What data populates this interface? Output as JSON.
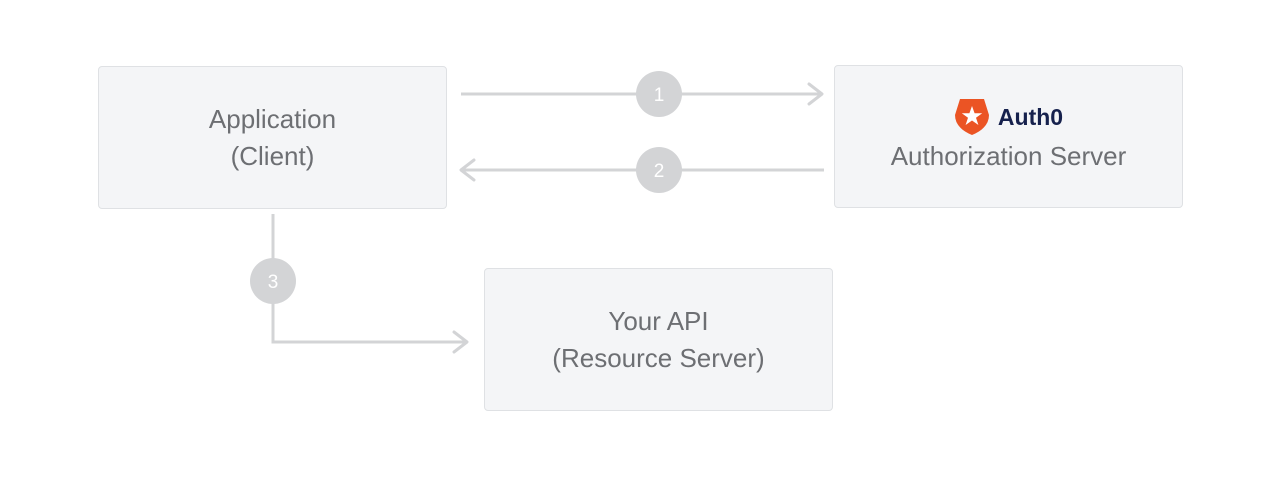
{
  "application": {
    "line1": "Application",
    "line2": "(Client)"
  },
  "authorization": {
    "brand": "Auth0",
    "label": "Authorization Server",
    "brand_color": "#eb5424",
    "brand_text_color": "#16214d"
  },
  "api": {
    "line1": "Your API",
    "line2": "(Resource Server)"
  },
  "steps": [
    "1",
    "2",
    "3"
  ],
  "colors": {
    "arrow": "#d3d4d6",
    "step_circle": "#d3d4d6",
    "box_fill": "#f4f5f7",
    "box_border": "#dfe1e4",
    "text": "#6d6f73"
  }
}
